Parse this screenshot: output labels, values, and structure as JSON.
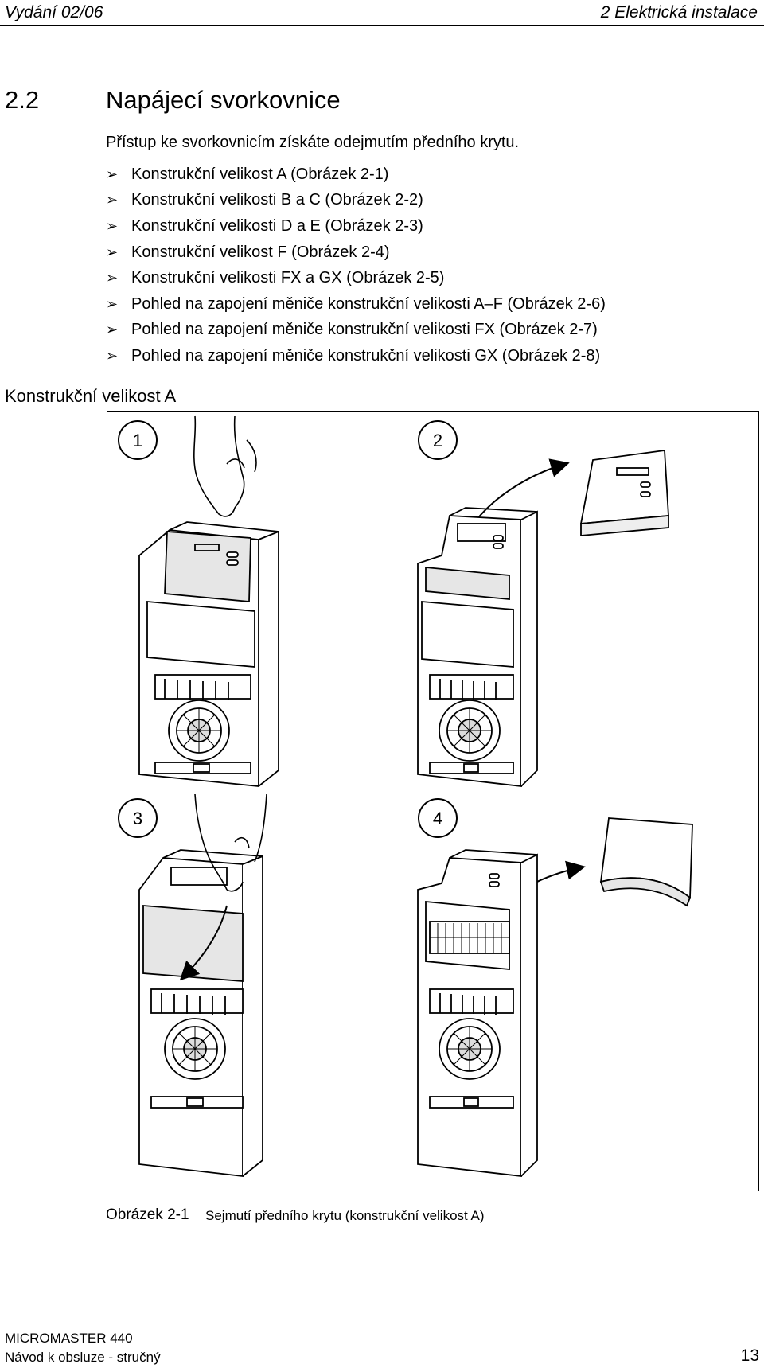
{
  "header": {
    "left": "Vydání 02/06",
    "right": "2 Elektrická instalace"
  },
  "section": {
    "number": "2.2",
    "title": "Napájecí svorkovnice"
  },
  "intro": "Přístup ke svorkovnicím získáte odejmutím předního krytu.",
  "bullet_marker": "➢",
  "bullets": [
    "Konstrukční velikost A (Obrázek 2-1)",
    "Konstrukční velikosti B a C (Obrázek 2-2)",
    "Konstrukční velikosti D a E (Obrázek 2-3)",
    "Konstrukční velikost F (Obrázek 2-4)",
    "Konstrukční velikosti FX a GX (Obrázek 2-5)",
    "Pohled na zapojení měniče konstrukční velikosti A–F (Obrázek 2-6)",
    "Pohled na zapojení měniče konstrukční velikosti FX (Obrázek 2-7)",
    "Pohled na zapojení měniče konstrukční velikosti GX (Obrázek 2-8)"
  ],
  "subheading": "Konstrukční velikost A",
  "figure": {
    "steps": [
      "1",
      "2",
      "3",
      "4"
    ],
    "caption_number": "Obrázek 2-1",
    "caption_text": "Sejmutí předního krytu (konstrukční velikost A)"
  },
  "footer": {
    "product": "MICROMASTER 440",
    "manual": "Návod k obsluze - stručný",
    "page": "13"
  }
}
